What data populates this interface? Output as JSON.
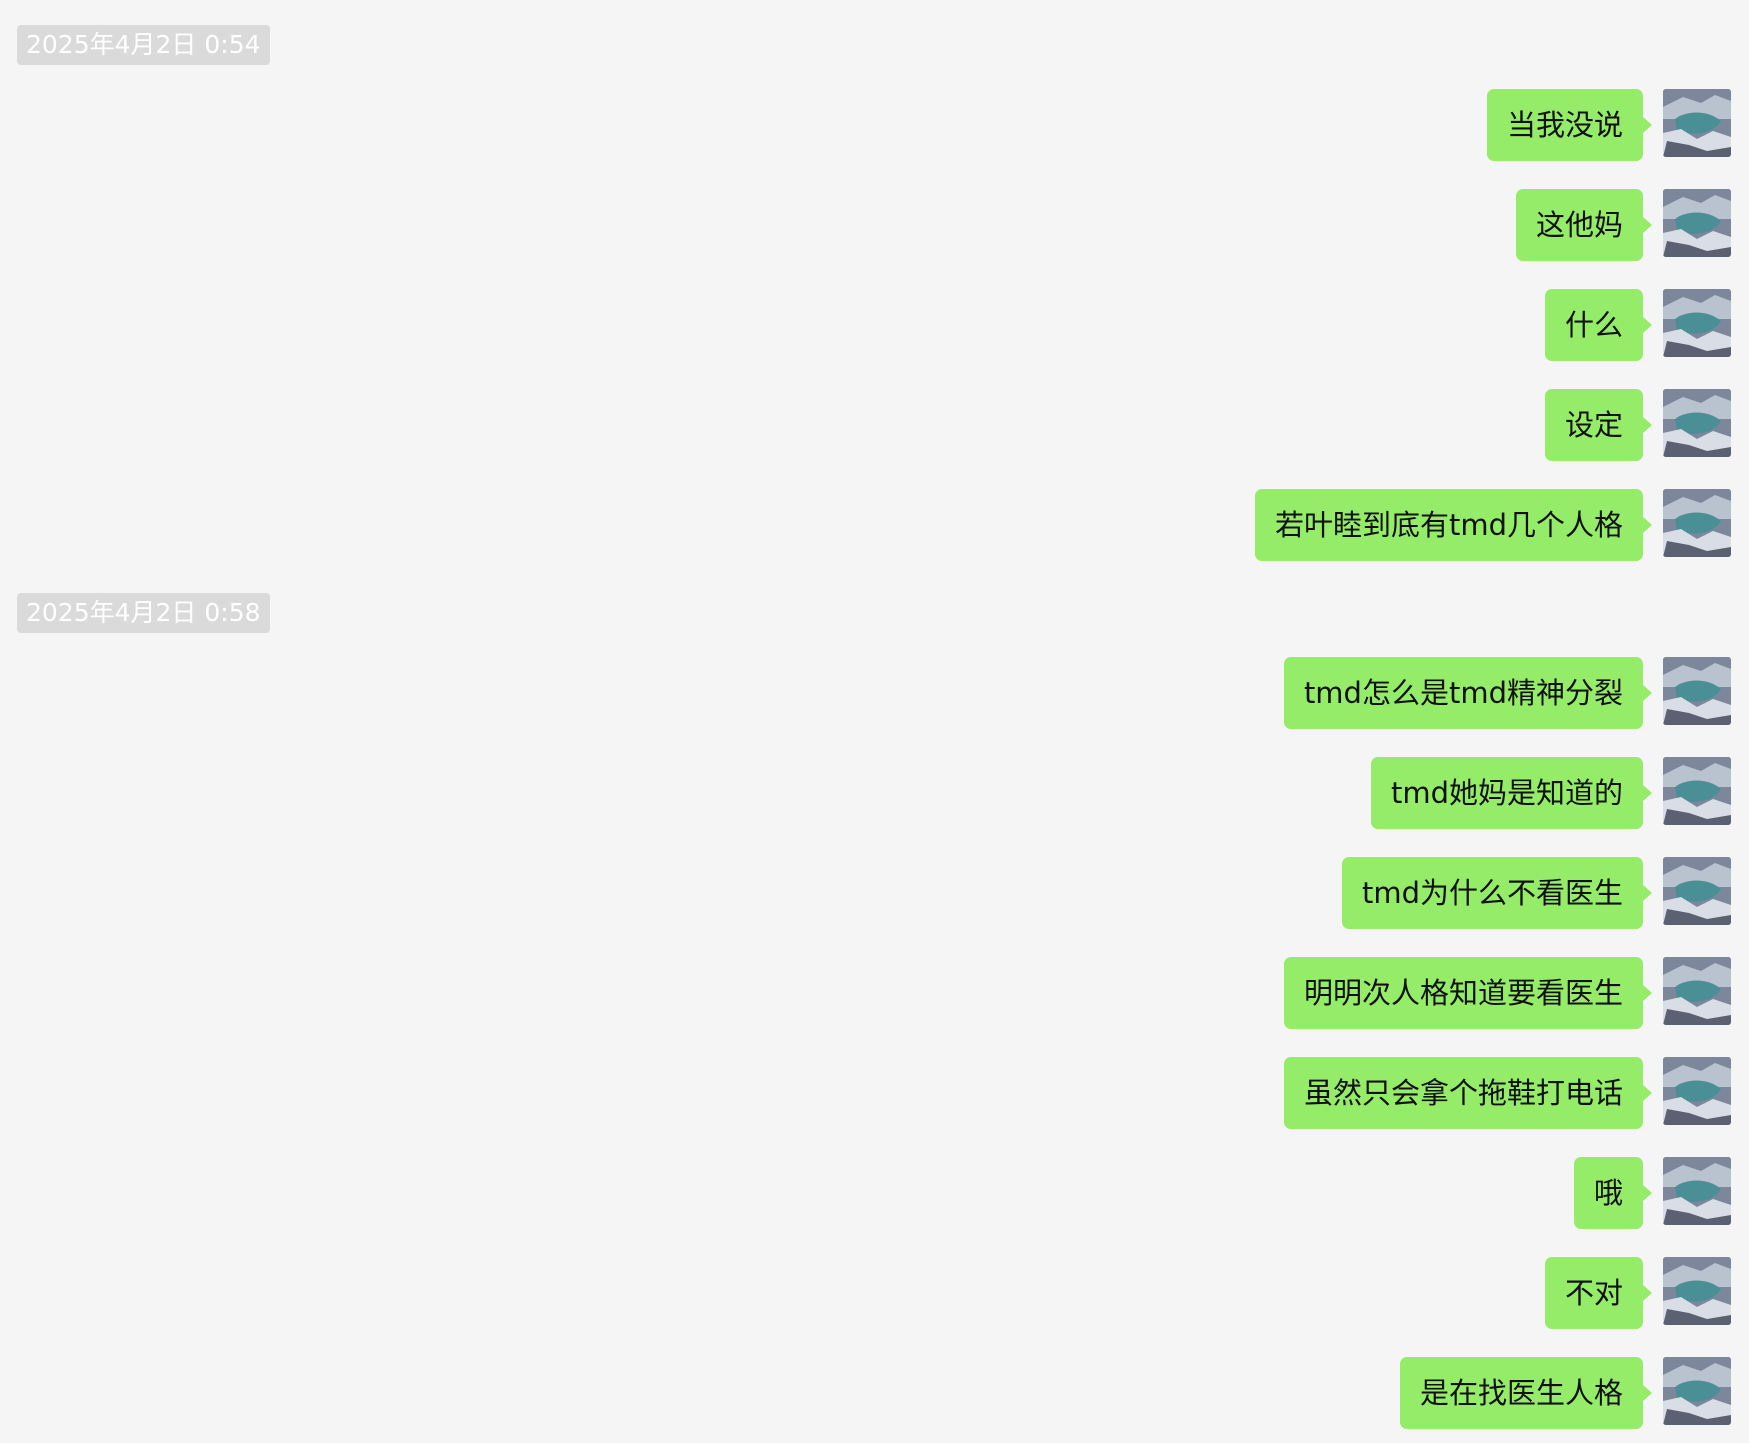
{
  "colors": {
    "background": "#f5f5f5",
    "bubble": "#95ec69",
    "timestamp_bg": "#dadada",
    "timestamp_text": "#ffffff"
  },
  "timestamps": [
    "2025年4月2日 0:54",
    "2025年4月2日 0:58"
  ],
  "messages": [
    "当我没说",
    "这他妈",
    "什么",
    "设定",
    "若叶睦到底有tmd几个人格",
    "tmd怎么是tmd精神分裂",
    "tmd她妈是知道的",
    "tmd为什么不看医生",
    "明明次人格知道要看医生",
    "虽然只会拿个拖鞋打电话",
    "哦",
    "不对",
    "是在找医生人格"
  ],
  "avatar_icon": "landscape-photo-avatar"
}
